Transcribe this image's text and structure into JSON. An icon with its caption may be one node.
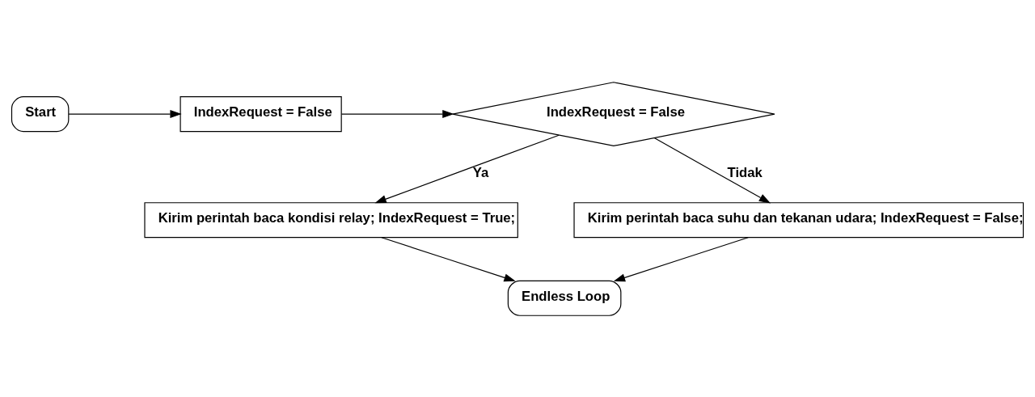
{
  "diagram": {
    "nodes": [
      {
        "text": [
          "Start"
        ]
      },
      {
        "text": [
          "IndexRequest = False"
        ]
      },
      {
        "text": [
          "IndexRequest = False"
        ]
      },
      {
        "text": [
          "Kirim perintah baca kondisi relay; IndexRequest = True;"
        ]
      },
      {
        "text": [
          "Kirim perintah baca suhu dan tekanan udara; IndexRequest = False;"
        ]
      },
      {
        "text": [
          "Endless Loop"
        ]
      }
    ],
    "edges": [
      {
        "from": 0,
        "to": 1,
        "arrow": "to"
      },
      {
        "from": 1,
        "to": 2,
        "arrow": "to"
      },
      {
        "from": 2,
        "to": 3,
        "arrow": "to",
        "label": "Ya"
      },
      {
        "from": 2,
        "to": 4,
        "arrow": "to",
        "label": "Tidak"
      },
      {
        "from": 3,
        "to": 5,
        "arrow": "to"
      },
      {
        "from": 4,
        "to": 5,
        "arrow": "to"
      }
    ]
  }
}
